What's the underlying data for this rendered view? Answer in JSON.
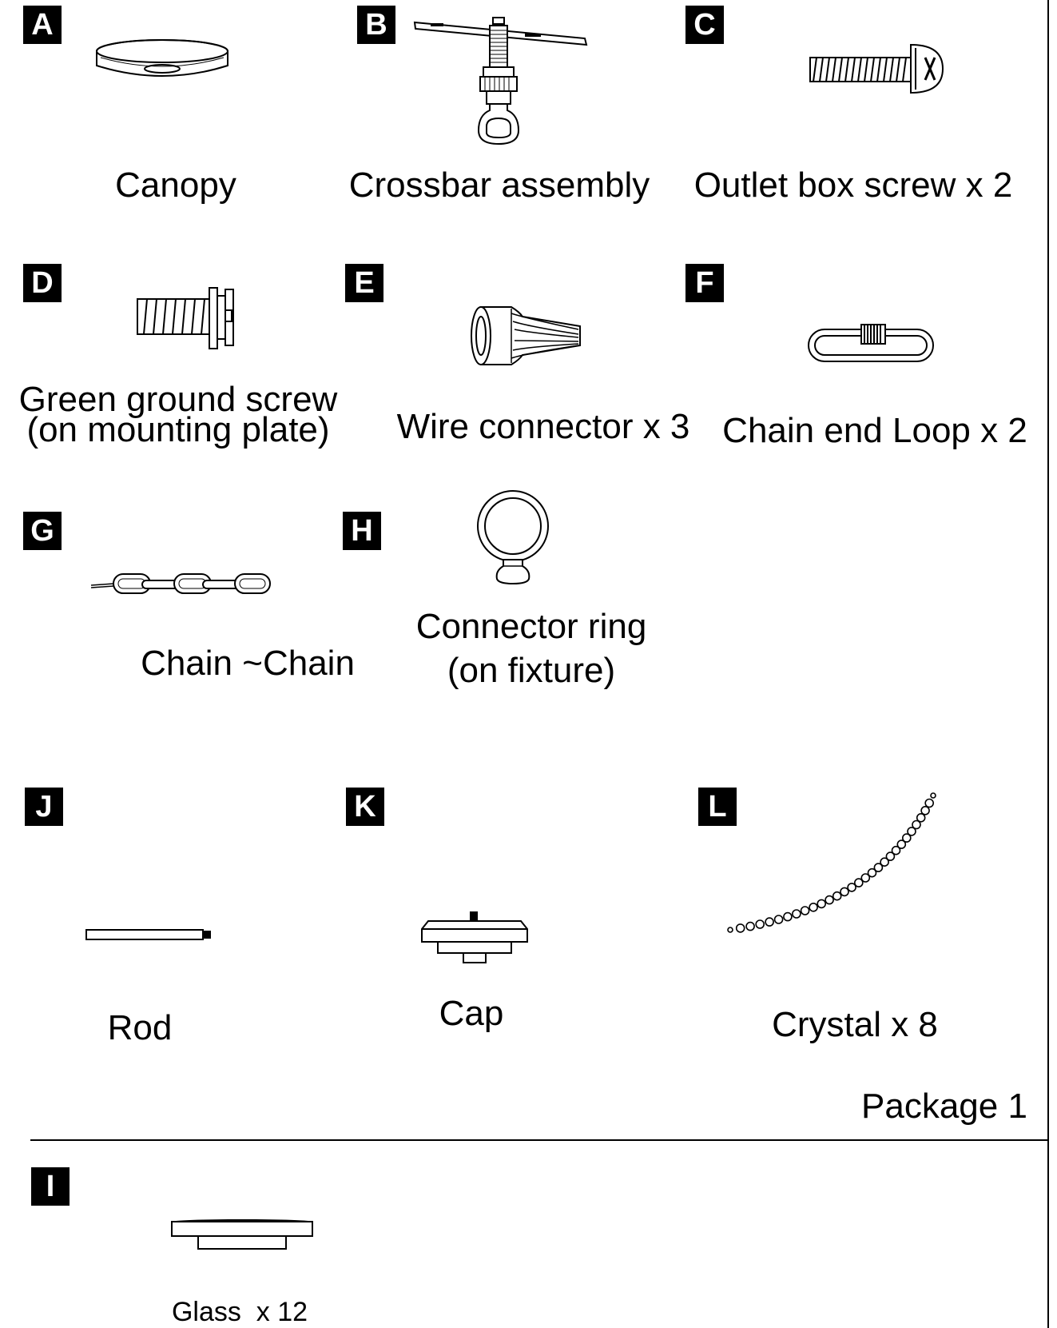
{
  "parts": [
    {
      "id": "A",
      "name": "Canopy"
    },
    {
      "id": "B",
      "name": "Crossbar assembly"
    },
    {
      "id": "C",
      "name": "Outlet box screw x 2"
    },
    {
      "id": "D",
      "name_line1": "Green ground screw",
      "name_line2": "(on mounting plate)"
    },
    {
      "id": "E",
      "name": "Wire connector x 3"
    },
    {
      "id": "F",
      "name": "Chain end Loop x 2"
    },
    {
      "id": "G",
      "name": "Chain ~Chain"
    },
    {
      "id": "H",
      "name_line1": "Connector ring",
      "name_line2": "(on fixture)"
    },
    {
      "id": "J",
      "name": "Rod"
    },
    {
      "id": "K",
      "name": "Cap"
    },
    {
      "id": "L",
      "name": "Crystal x 8"
    },
    {
      "id": "I",
      "name": "Glass  x 12"
    }
  ],
  "package_label": "Package 1",
  "icons": {
    "A": "canopy-icon",
    "B": "crossbar-assembly-icon",
    "C": "outlet-box-screw-icon",
    "D": "ground-screw-icon",
    "E": "wire-connector-icon",
    "F": "chain-end-loop-icon",
    "G": "chain-icon",
    "H": "connector-ring-icon",
    "J": "rod-icon",
    "K": "cap-icon",
    "L": "crystal-strand-icon",
    "I": "glass-icon"
  }
}
